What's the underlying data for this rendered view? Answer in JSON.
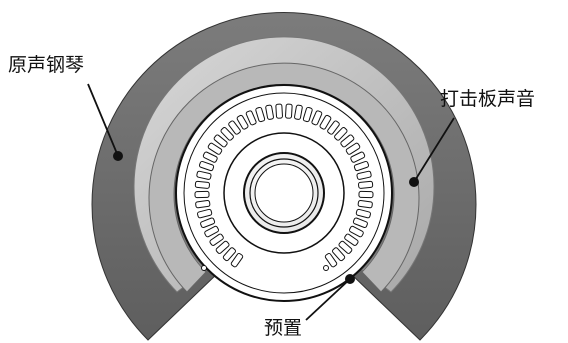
{
  "labels": {
    "left": "原声钢琴",
    "right": "打击板声音",
    "bottom": "预置"
  },
  "colors": {
    "outer_ring_fill": "#6e6e6e",
    "outer_ring_highlight": "#8a8a8a",
    "middle_ring_light": "#c8c8c8",
    "middle_ring_mid": "#b4b4b4",
    "dial_face": "#ffffff",
    "line": "#111111",
    "marker": "#111111"
  },
  "dial": {
    "segment_count": 44
  }
}
